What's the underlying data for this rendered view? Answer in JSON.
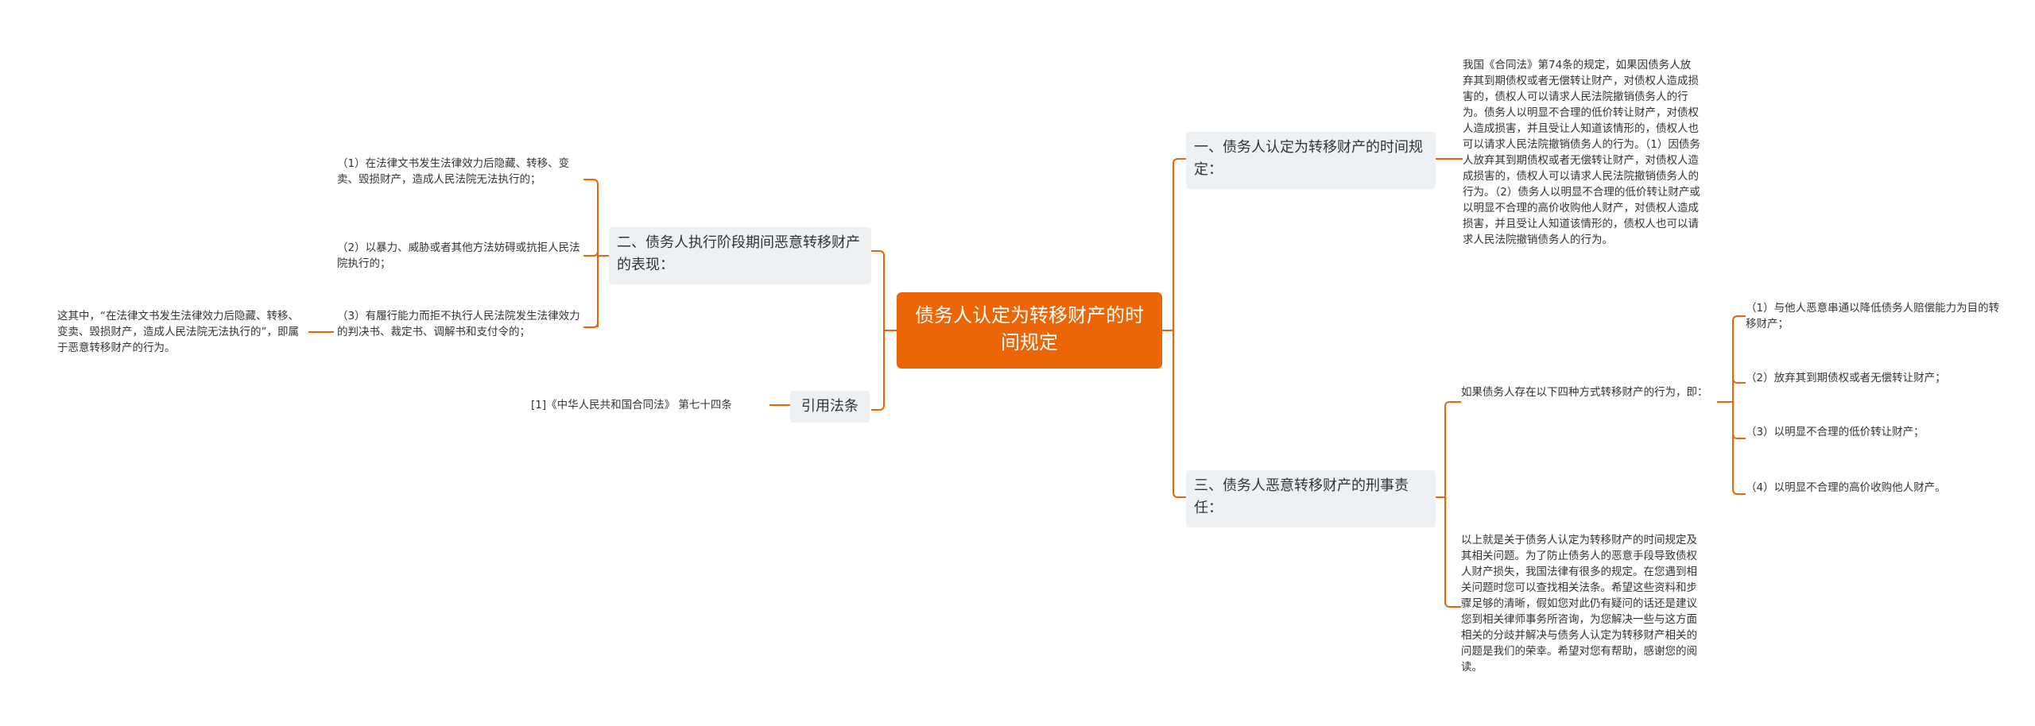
{
  "root": {
    "title": "债务人认定为转移财产的时间规定"
  },
  "right": {
    "b1": {
      "label": "一、债务人认定为转移财产的时间规定：",
      "leaf": "我国《合同法》第74条的规定，如果因债务人放弃其到期债权或者无偿转让财产，对债权人造成损害的，债权人可以请求人民法院撤销债务人的行为。债务人以明显不合理的低价转让财产，对债权人造成损害，并且受让人知道该情形的，债权人也可以请求人民法院撤销债务人的行为。（1）因债务人放弃其到期债权或者无偿转让财产，对债权人造成损害的，债权人可以请求人民法院撤销债务人的行为。（2）债务人以明显不合理的低价转让财产或以明显不合理的高价收购他人财产，对债权人造成损害，并且受让人知道该情形的，债权人也可以请求人民法院撤销债务人的行为。"
    },
    "b3": {
      "label": "三、债务人恶意转移财产的刑事责任：",
      "intro": "如果债务人存在以下四种方式转移财产的行为，即：",
      "items": [
        "（1）与他人恶意串通以降低债务人赔偿能力为目的转移财产；",
        "（2）放弃其到期债权或者无偿转让财产；",
        "（3）以明显不合理的低价转让财产；",
        "（4）以明显不合理的高价收购他人财产。"
      ],
      "conclusion": "以上就是关于债务人认定为转移财产的时间规定及其相关问题。为了防止债务人的恶意手段导致债权人财产损失，我国法律有很多的规定。在您遇到相关问题时您可以查找相关法条。希望这些资料和步骤足够的清晰，假如您对此仍有疑问的话还是建议您到相关律师事务所咨询，为您解决一些与这方面相关的分歧并解决与债务人认定为转移财产相关的问题是我们的荣幸。希望对您有帮助，感谢您的阅读。"
    }
  },
  "left": {
    "b2": {
      "label": "二、债务人执行阶段期间恶意转移财产的表现：",
      "items": [
        "（1）在法律文书发生法律效力后隐藏、转移、变卖、毁损财产，造成人民法院无法执行的；",
        "（2）以暴力、威胁或者其他方法妨碍或抗拒人民法院执行的；",
        "（3）有履行能力而拒不执行人民法院发生法律效力的判决书、裁定书、调解书和支付令的；"
      ],
      "note": "这其中，“在法律文书发生法律效力后隐藏、转移、变卖、毁损财产，造成人民法院无法执行的”，即属于恶意转移财产的行为。"
    },
    "b4": {
      "label": "引用法条",
      "leaf": "[1]《中华人民共和国合同法》 第七十四条"
    }
  },
  "colors": {
    "root": "#ec6607",
    "branch_bg": "#eef1f4",
    "line": "#ec6607"
  }
}
